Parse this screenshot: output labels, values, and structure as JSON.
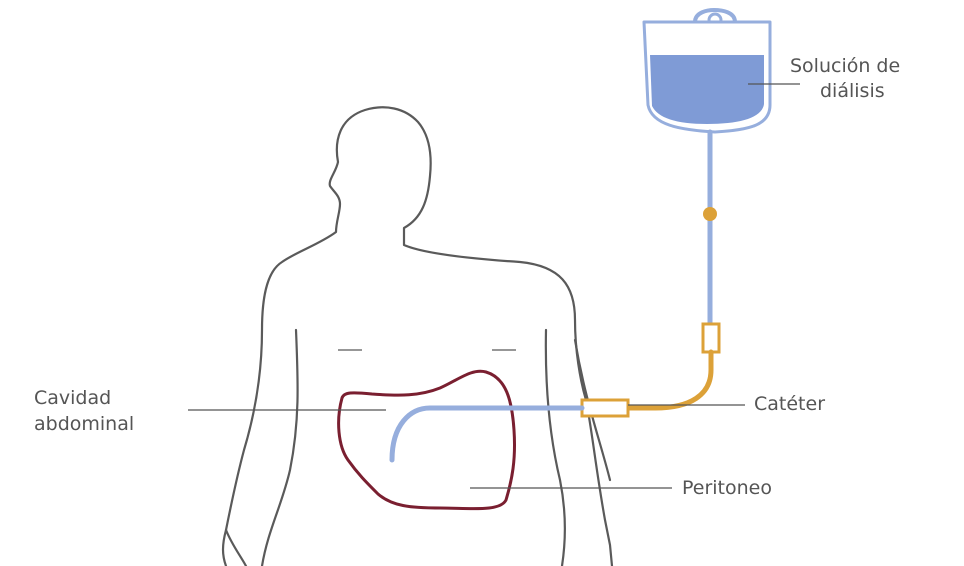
{
  "labels": {
    "solution_line1": "Solución de",
    "solution_line2": "diálisis",
    "catheter": "Catéter",
    "cavity_line1": "Cavidad",
    "cavity_line2": "abdominal",
    "peritoneum": "Peritoneo"
  },
  "colors": {
    "body_outline": "#5a5a5a",
    "tube_blue": "#96aedd",
    "bag_fill": "#7f9bd6",
    "catheter_gold": "#dca138",
    "peritoneum_red": "#7a1f30",
    "leader_line": "#555555"
  }
}
